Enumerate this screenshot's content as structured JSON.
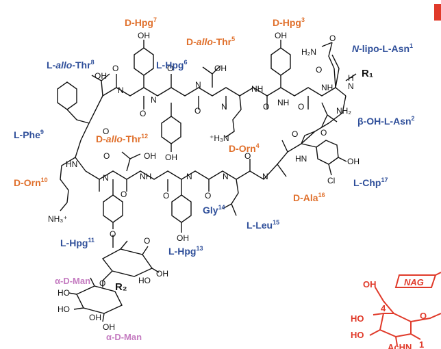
{
  "colors": {
    "d_residue": "#e0702c",
    "l_residue": "#2f4f9a",
    "sugar": "#c47ac0",
    "nag": "#e03a2a",
    "bond": "#111111"
  },
  "residues": [
    {
      "id": "d-hpg-7",
      "name": "D-Hpg",
      "sup": "7",
      "group": "d"
    },
    {
      "id": "d-allo-thr-5",
      "pre": "D-",
      "ital": "allo",
      "post": "-Thr",
      "sup": "5",
      "group": "d"
    },
    {
      "id": "d-hpg-3",
      "name": "D-Hpg",
      "sup": "3",
      "group": "d"
    },
    {
      "id": "l-allo-thr-8",
      "pre": "L-",
      "ital": "allo",
      "post": "-Thr",
      "sup": "8",
      "group": "l"
    },
    {
      "id": "l-hpg-6",
      "name": "L-Hpg",
      "sup": "6",
      "group": "l"
    },
    {
      "id": "n-lipo-l-asn-1",
      "pre": "",
      "ital": "N",
      "post": "-lipo-L-Asn",
      "sup": "1",
      "group": "l"
    },
    {
      "id": "l-phe-9",
      "name": "L-Phe",
      "sup": "9",
      "group": "l"
    },
    {
      "id": "d-allo-thr-12",
      "pre": "D-",
      "ital": "allo",
      "post": "-Thr",
      "sup": "12",
      "group": "d"
    },
    {
      "id": "d-orn-4",
      "name": "D-Orn",
      "sup": "4",
      "group": "d"
    },
    {
      "id": "beta-oh-l-asn-2",
      "name": "β-OH-L-Asn",
      "sup": "2",
      "group": "l"
    },
    {
      "id": "d-orn-10",
      "name": "D-Orn",
      "sup": "10",
      "group": "d"
    },
    {
      "id": "d-ala-16",
      "name": "D-Ala",
      "sup": "16",
      "group": "d"
    },
    {
      "id": "l-chp-17",
      "name": "L-Chp",
      "sup": "17",
      "group": "l"
    },
    {
      "id": "gly-14",
      "name": "Gly",
      "sup": "14",
      "group": "l"
    },
    {
      "id": "l-leu-15",
      "name": "L-Leu",
      "sup": "15",
      "group": "l"
    },
    {
      "id": "l-hpg-11",
      "name": "L-Hpg",
      "sup": "11",
      "group": "l"
    },
    {
      "id": "l-hpg-13",
      "name": "L-Hpg",
      "sup": "13",
      "group": "l"
    }
  ],
  "sugars": [
    {
      "id": "alpha-d-man-1",
      "name": "α-D-Man"
    },
    {
      "id": "alpha-d-man-2",
      "name": "α-D-Man"
    }
  ],
  "atoms": {
    "oh": "OH",
    "ho": "HO",
    "o": "O",
    "nh": "NH",
    "hn": "HN",
    "n": "N",
    "h": "H",
    "h2n": "H₂N",
    "nh2": "NH₂",
    "nh3": "NH₃⁺",
    "h3n": "⁺H₃N",
    "cl": "Cl",
    "r1": "R₁",
    "r2": "R₂"
  },
  "nag": {
    "tag": "NAG",
    "oh": "OH",
    "ho": "HO",
    "o": "O",
    "c4": "4",
    "c1": "1",
    "achn": "AcHN"
  }
}
